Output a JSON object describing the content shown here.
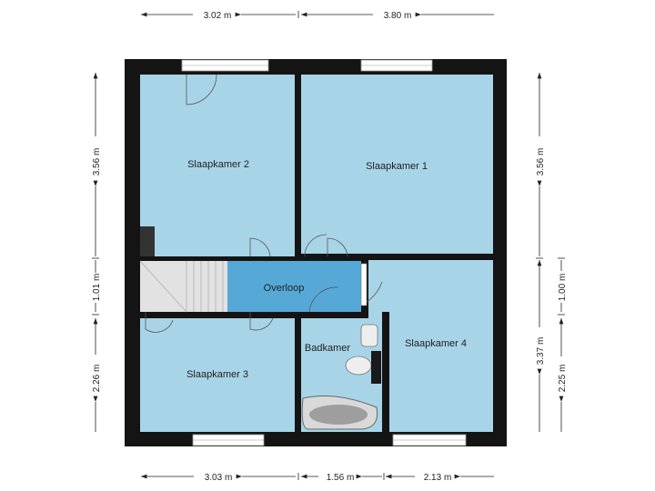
{
  "rooms": {
    "slaapkamer2": "Slaapkamer 2",
    "slaapkamer1": "Slaapkamer 1",
    "overloop": "Overloop",
    "badkamer": "Badkamer",
    "slaapkamer4": "Slaapkamer 4",
    "slaapkamer3": "Slaapkamer 3"
  },
  "dimensions": {
    "top_left": "3.02 m",
    "top_right": "3.80 m",
    "bottom_left": "3.03 m",
    "bottom_mid": "1.56 m",
    "bottom_right": "2.13 m",
    "left_top": "3.56 m",
    "left_mid": "1.01 m",
    "left_bottom": "2.26 m",
    "right_top": "3.56 m",
    "right_bottom": "3.37 m",
    "right_outer_top": "1.00 m",
    "right_outer_bottom": "2.25 m"
  },
  "colors": {
    "room_fill": "#a8d4e8",
    "overloop_fill": "#56a9d6",
    "wall": "#141414",
    "stairs": "#e2e2e2"
  }
}
